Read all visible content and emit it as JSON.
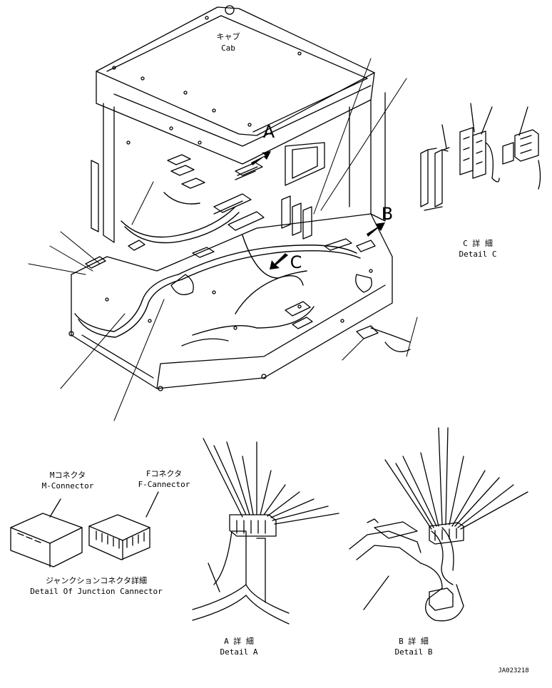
{
  "labels": {
    "cab_jp": "キャブ",
    "cab_en": "Cab",
    "view_a": "A",
    "view_b": "B",
    "view_c": "C",
    "detail_c_jp": "C 詳 細",
    "detail_c_en": "Detail C",
    "m_connector_jp": "Mコネクタ",
    "m_connector_en": "M-Connector",
    "f_connector_jp": "Fコネクタ",
    "f_connector_en": "F-Cannector",
    "junction_jp": "ジャンクションコネクタ詳細",
    "junction_en": "Detail Of Junction Cannector",
    "detail_a_jp": "A 詳 細",
    "detail_a_en": "Detail A",
    "detail_b_jp": "B 詳 細",
    "detail_b_en": "Detail B",
    "drawing_no": "JA023218"
  }
}
